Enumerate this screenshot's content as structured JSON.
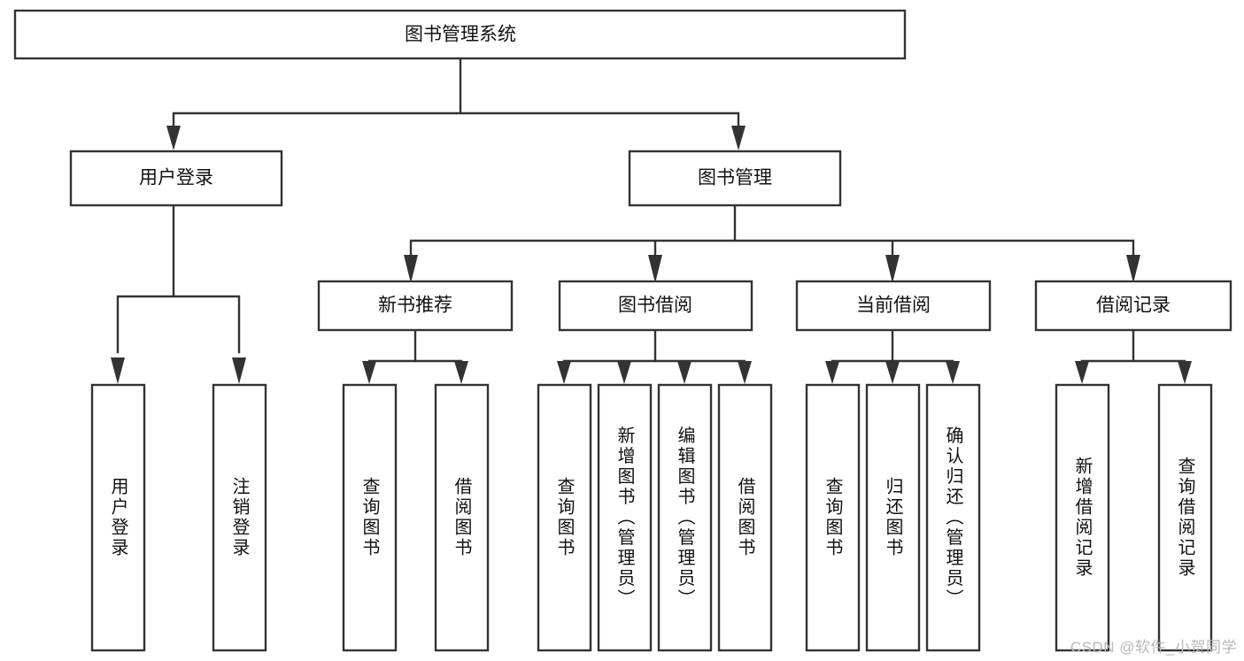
{
  "diagram": {
    "title": "图书管理系统",
    "watermark": "CSDN @软件_小贺同学",
    "stroke_color": "#333333",
    "fill_color": "#ffffff",
    "text_color": "#111111",
    "watermark_color": "#b9b9b9",
    "nodes": {
      "root": "图书管理系统",
      "level2": {
        "user_login": "用户登录",
        "book_manage": "图书管理"
      },
      "level3": {
        "new_book_rec": "新书推荐",
        "book_borrow": "图书借阅",
        "current_borrow": "当前借阅",
        "borrow_record": "借阅记录"
      },
      "leaves": {
        "user_login_1": "用户登录",
        "user_login_2": "注销登录",
        "new_book_rec_1": "查询图书",
        "new_book_rec_2": "借阅图书",
        "book_borrow_1": "查询图书",
        "book_borrow_2": "新增图书（管理员）",
        "book_borrow_3": "编辑图书（管理员）",
        "book_borrow_4": "借阅图书",
        "current_borrow_1": "查询图书",
        "current_borrow_2": "归还图书",
        "current_borrow_3": "确认归还（管理员）",
        "borrow_record_1": "新增借阅记录",
        "borrow_record_2": "查询借阅记录"
      }
    }
  }
}
